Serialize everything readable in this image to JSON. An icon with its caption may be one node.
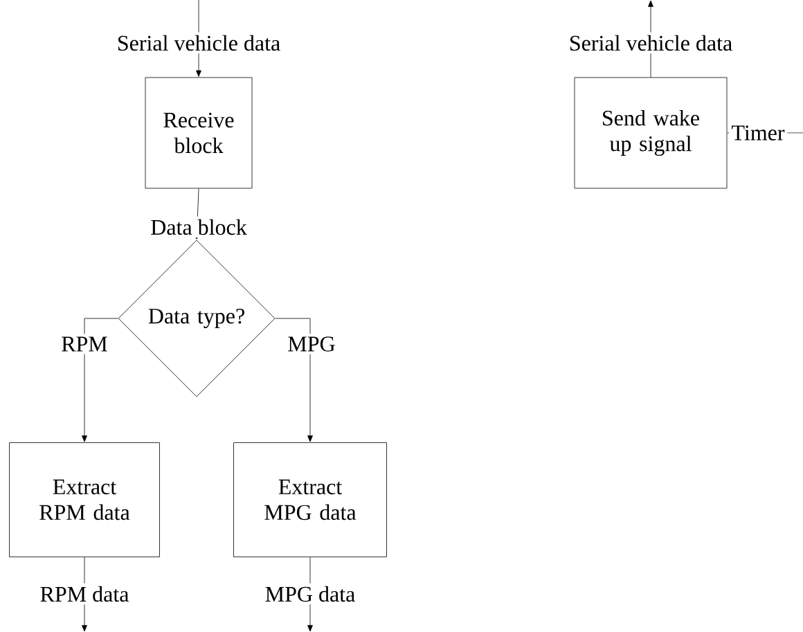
{
  "diagram": {
    "nodes": [
      {
        "text": [
          "Receive block"
        ]
      },
      {
        "text": [
          "Data type?"
        ]
      },
      {
        "text": [
          "Extract RPM data"
        ]
      },
      {
        "text": [
          "Extract MPG data"
        ]
      },
      {
        "text": [
          "Send wake up signal"
        ]
      }
    ],
    "edges": [
      {
        "from": null,
        "to": 0,
        "arrow": "to",
        "label": "Serial vehicle data"
      },
      {
        "from": 0,
        "to": 1,
        "arrow": "to",
        "label": "Data block"
      },
      {
        "from": 1,
        "to": 2,
        "arrow": "to",
        "label": "RPM"
      },
      {
        "from": 1,
        "to": 3,
        "arrow": "to",
        "label": "MPG"
      },
      {
        "from": 2,
        "to": null,
        "arrow": "to",
        "label": "RPM data"
      },
      {
        "from": 3,
        "to": null,
        "arrow": "to",
        "label": "MPG data"
      },
      {
        "from": 4,
        "to": null,
        "arrow": "to",
        "label": "Serial vehicle data"
      },
      {
        "from": null,
        "to": 4,
        "arrow": "to",
        "label": "Timer"
      }
    ]
  }
}
